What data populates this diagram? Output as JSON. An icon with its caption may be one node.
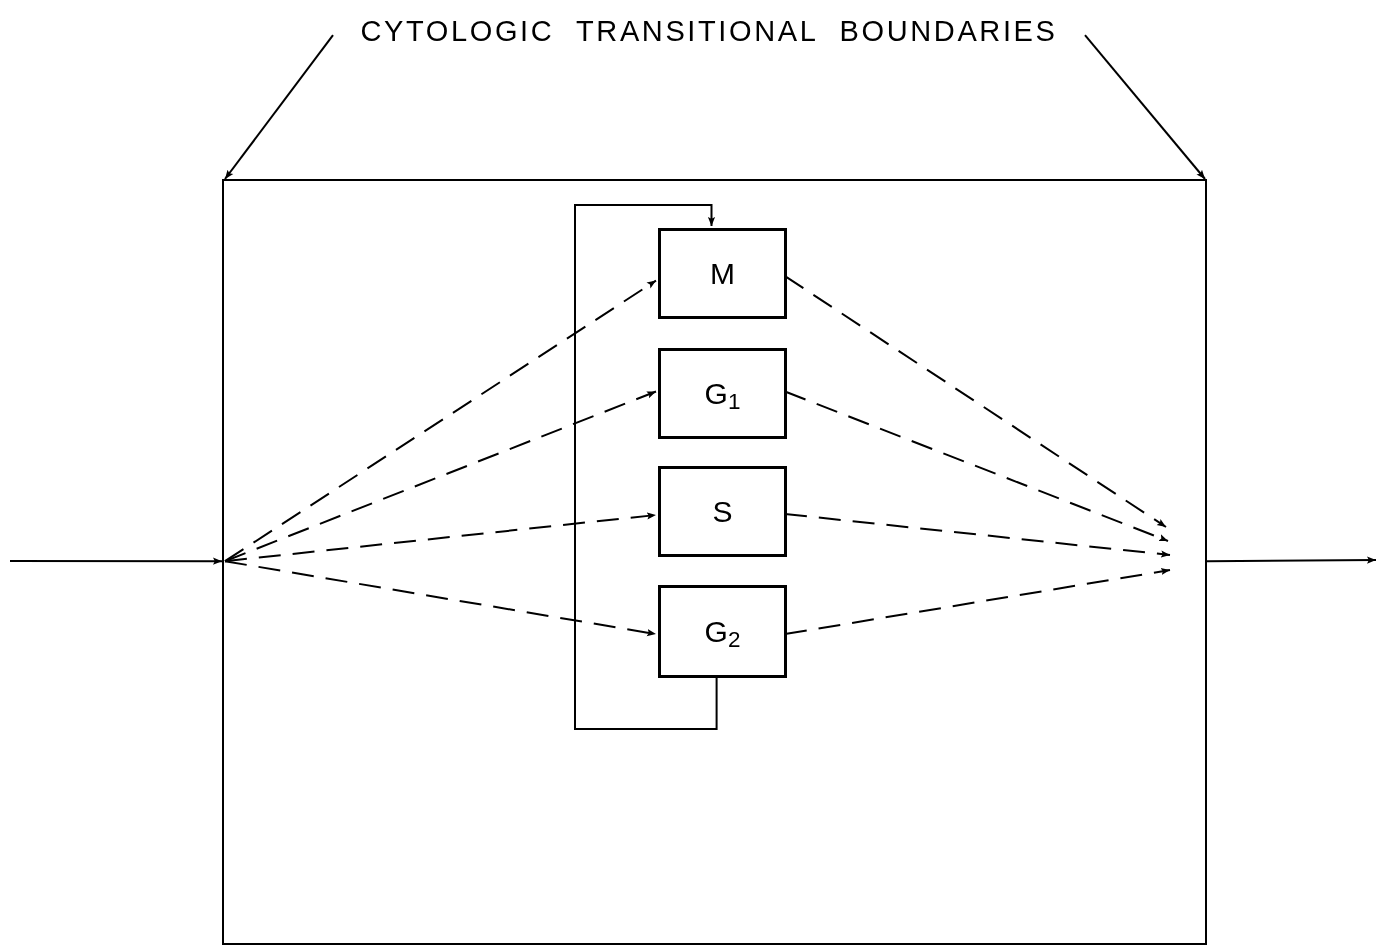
{
  "diagram": {
    "nodes": [
      {
        "text": [
          "CYTOLOGIC TRANSITIONAL BOUNDARIES"
        ]
      },
      {
        "text": [],
        "shape": "box"
      },
      {
        "text": [
          "M"
        ],
        "in": 1
      },
      {
        "text": [
          "G$_{1}$"
        ],
        "in": 1
      },
      {
        "text": [
          "S"
        ],
        "in": 1
      },
      {
        "text": [
          "G$_{2}$"
        ],
        "in": 1
      }
    ],
    "edges": [
      {
        "from": 0,
        "to": 1,
        "arrow": "to"
      },
      {
        "from": 0,
        "to": 1,
        "arrow": "to"
      },
      {
        "from": null,
        "to": 1,
        "arrow": "to"
      },
      {
        "from": 1,
        "to": 2,
        "arrow": "to",
        "style": "dashed"
      },
      {
        "from": 1,
        "to": 3,
        "arrow": "to",
        "style": "dashed"
      },
      {
        "from": 1,
        "to": 4,
        "arrow": "to",
        "style": "dashed"
      },
      {
        "from": 1,
        "to": 5,
        "arrow": "to",
        "style": "dashed"
      },
      {
        "from": 2,
        "to": null,
        "arrow": "to",
        "style": "dashed"
      },
      {
        "from": 3,
        "to": null,
        "arrow": "to",
        "style": "dashed"
      },
      {
        "from": 4,
        "to": null,
        "arrow": "to",
        "style": "dashed"
      },
      {
        "from": 5,
        "to": null,
        "arrow": "to",
        "style": "dashed"
      },
      {
        "from": 1,
        "to": null,
        "arrow": "to"
      },
      {
        "from": 5,
        "to": 2,
        "arrow": "to"
      }
    ]
  }
}
